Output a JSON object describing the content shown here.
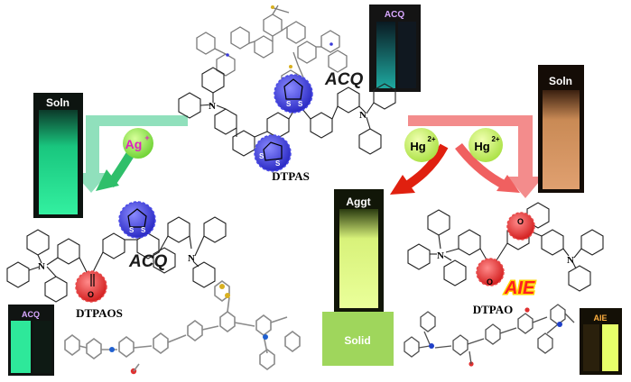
{
  "labels": {
    "acq_tag": "ACQ",
    "aie_tag": "AIE",
    "dtpas": "DTPAS",
    "dtpaos": "DTPAOS",
    "dtpao": "DTPAO"
  },
  "vials": {
    "acq_top": "ACQ",
    "soln_left": "Soln",
    "soln_right": "Soln",
    "aggt": "Aggt",
    "solid": "Solid",
    "acq_bottom": "ACQ",
    "aie_bottom": "AIE"
  },
  "reagents": {
    "ag_symbol": "Ag",
    "ag_charge": "+",
    "hg_symbol": "Hg",
    "hg_charge": "2+"
  },
  "atoms": {
    "n": "N",
    "s": "S",
    "o": "O"
  },
  "colors": {
    "ag_arrow": "#3dc87a",
    "hg_arrow_light": "#f07070",
    "hg_arrow_dark": "#e02010",
    "dithiolane_fill": "#3a3ad8",
    "carbonyl_fill": "#e82828",
    "acq_text": "#1a1a1a",
    "aie_text": "#ff2020",
    "vial_green": "#20e890",
    "vial_orange": "#d89058",
    "vial_yellow": "#e8ff90",
    "solid_block": "#a0d860",
    "ag_circle": "#90f048",
    "hg_circle": "#c0f060"
  }
}
